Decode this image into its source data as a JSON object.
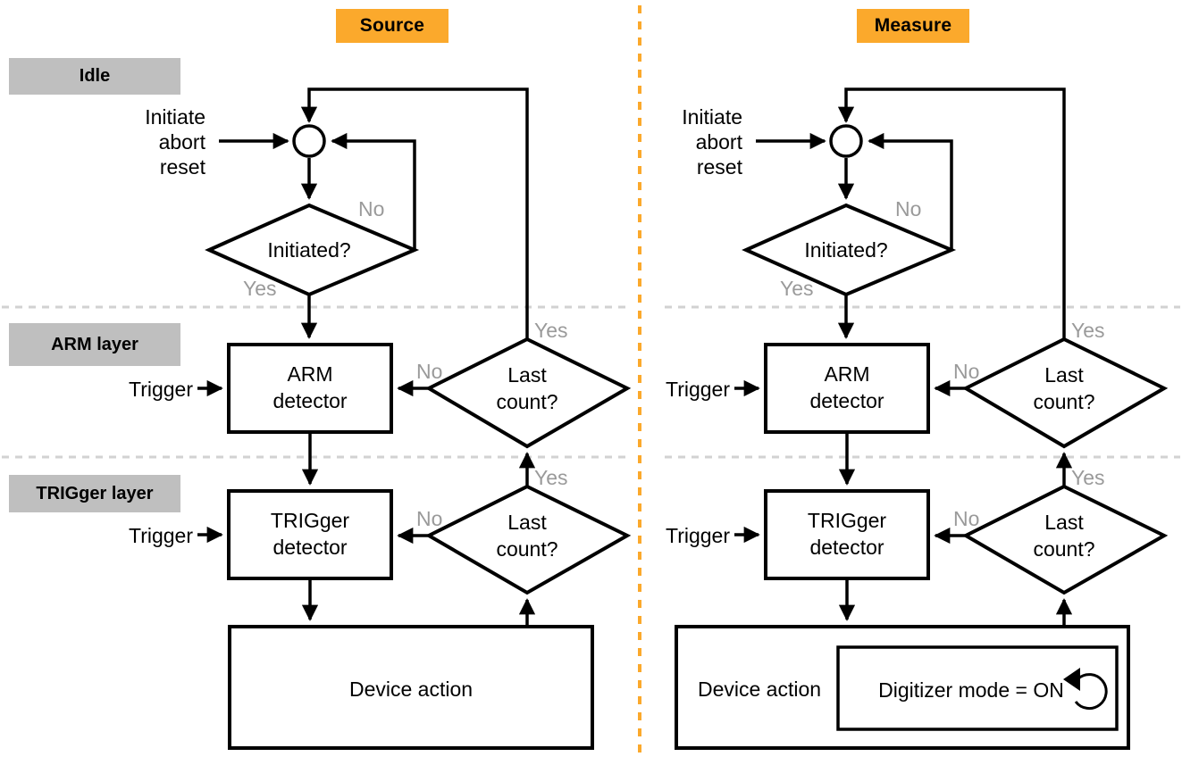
{
  "diagram": {
    "title_left": "Source",
    "title_right": "Measure",
    "layers": [
      {
        "key": "idle",
        "label": "Idle"
      },
      {
        "key": "arm",
        "label": "ARM layer"
      },
      {
        "key": "trigger",
        "label": "TRIGger layer"
      }
    ],
    "accent_orange": "#FBA92C",
    "layer_badge_gray": "#BFBFBF",
    "edge_label_gray": "#9A9A9A",
    "columns": [
      {
        "key": "source",
        "title": "Source",
        "inputs": {
          "idle_input_line1": "Initiate",
          "idle_input_line2": "abort",
          "idle_input_line3": "reset",
          "arm_trigger": "Trigger",
          "trigger_trigger": "Trigger"
        },
        "nodes": {
          "junction": "junction-circle",
          "initiated_decision": "Initiated?",
          "arm_detector_line1": "ARM",
          "arm_detector_line2": "detector",
          "arm_last_count_line1": "Last",
          "arm_last_count_line2": "count?",
          "trig_detector_line1": "TRIGger",
          "trig_detector_line2": "detector",
          "trig_last_count_line1": "Last",
          "trig_last_count_line2": "count?",
          "device_action": "Device action"
        },
        "edge_labels": {
          "initiated_no": "No",
          "initiated_yes": "Yes",
          "arm_last_no": "No",
          "arm_last_yes": "Yes",
          "trig_last_no": "No",
          "trig_last_yes": "Yes"
        }
      },
      {
        "key": "measure",
        "title": "Measure",
        "inputs": {
          "idle_input_line1": "Initiate",
          "idle_input_line2": "abort",
          "idle_input_line3": "reset",
          "arm_trigger": "Trigger",
          "trigger_trigger": "Trigger"
        },
        "nodes": {
          "junction": "junction-circle",
          "initiated_decision": "Initiated?",
          "arm_detector_line1": "ARM",
          "arm_detector_line2": "detector",
          "arm_last_count_line1": "Last",
          "arm_last_count_line2": "count?",
          "trig_detector_line1": "TRIGger",
          "trig_detector_line2": "detector",
          "trig_last_count_line1": "Last",
          "trig_last_count_line2": "count?",
          "device_action": "Device action",
          "digitizer_mode": "Digitizer mode = ON"
        },
        "edge_labels": {
          "initiated_no": "No",
          "initiated_yes": "Yes",
          "arm_last_no": "No",
          "arm_last_yes": "Yes",
          "trig_last_no": "No",
          "trig_last_yes": "Yes"
        }
      }
    ]
  }
}
